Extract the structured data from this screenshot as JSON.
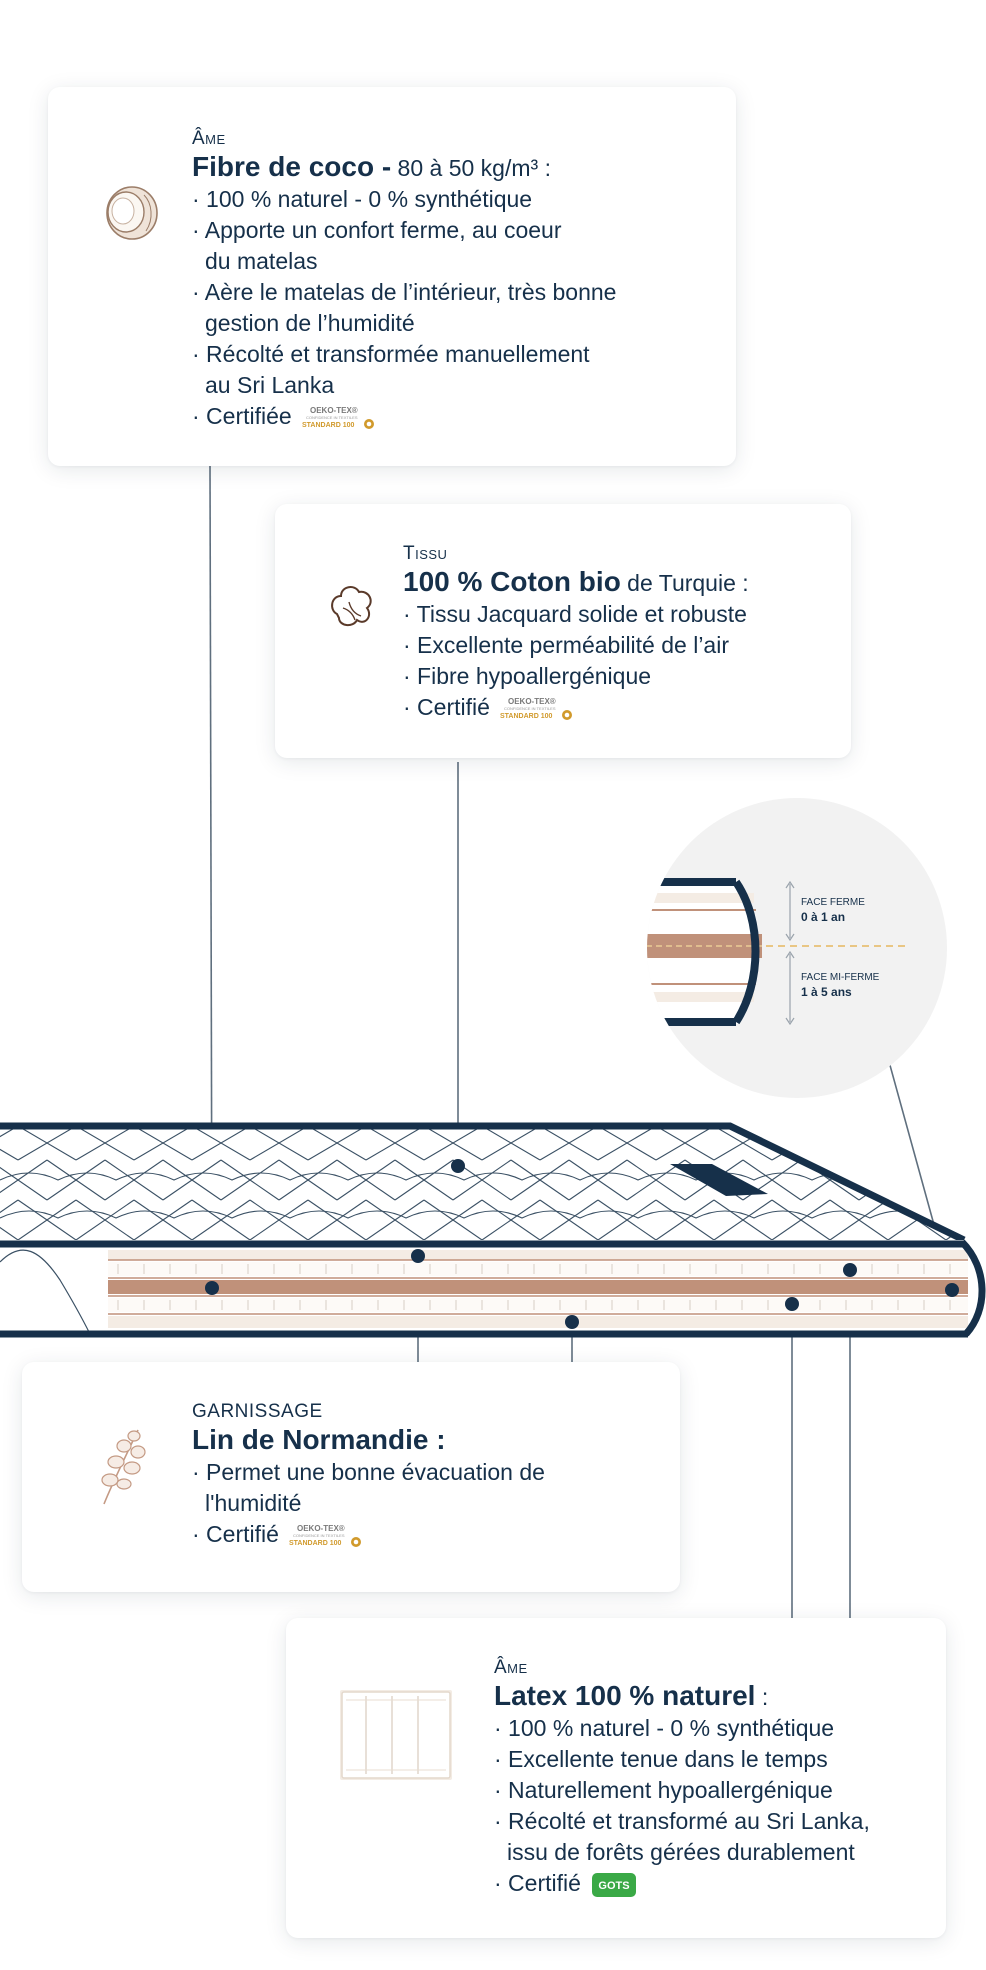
{
  "cards": {
    "coco": {
      "kicker": "Âme",
      "title_strong": "Fibre de coco -",
      "title_rest": " 80 à 50 kg/m³ :",
      "items": [
        "· 100 % naturel - 0 % synthétique",
        "· Apporte un confort ferme, au coeur",
        "du matelas",
        "· Aère le matelas de l’intérieur, très bonne",
        "gestion de l’humidité",
        "· Récolté et transformée manuellement",
        "au Sri Lanka",
        "· Certifiée"
      ]
    },
    "coton": {
      "kicker": "Tissu",
      "title_strong": "100 % Coton bio",
      "title_rest": " de Turquie  :",
      "items": [
        "· Tissu Jacquard solide et robuste",
        "· Excellente perméabilité de l’air",
        "· Fibre hypoallergénique",
        "· Certifié"
      ]
    },
    "lin": {
      "kicker": "GARNISSAGE",
      "title_strong": "Lin de Normandie :",
      "title_rest": "",
      "items": [
        "· Permet une bonne évacuation de",
        "l'humidité",
        "· Certifié"
      ]
    },
    "latex": {
      "kicker": "Âme",
      "title_strong": "Latex 100 % naturel",
      "title_rest": " :",
      "items": [
        "· 100 % naturel - 0 % synthétique",
        "· Excellente tenue dans le temps",
        "· Naturellement hypoallergénique",
        "· Récolté et transformé au Sri Lanka,",
        "issu de forêts gérées durablement",
        "· Certifié"
      ]
    }
  },
  "badges": {
    "oeko_top": "OEKO-TEX®",
    "oeko_mid": "CONFIDENCE IN TEXTILES",
    "oeko_bottom": "STANDARD 100",
    "gots": "GOTS"
  },
  "zoom": {
    "face_ferme_label": "FACE FERME",
    "face_ferme_age": "0 à 1 an",
    "face_mi_ferme_label": "FACE MI-FERME",
    "face_mi_ferme_age": "1 à 5 ans"
  },
  "colors": {
    "navy": "#16304a",
    "latex_band": "#c0917a",
    "cream": "#f4ece4",
    "dash": "#e6b860"
  },
  "icons": {
    "coco": "coconut-icon",
    "coton": "cotton-icon",
    "lin": "flax-icon",
    "latex": "latex-block-icon"
  }
}
